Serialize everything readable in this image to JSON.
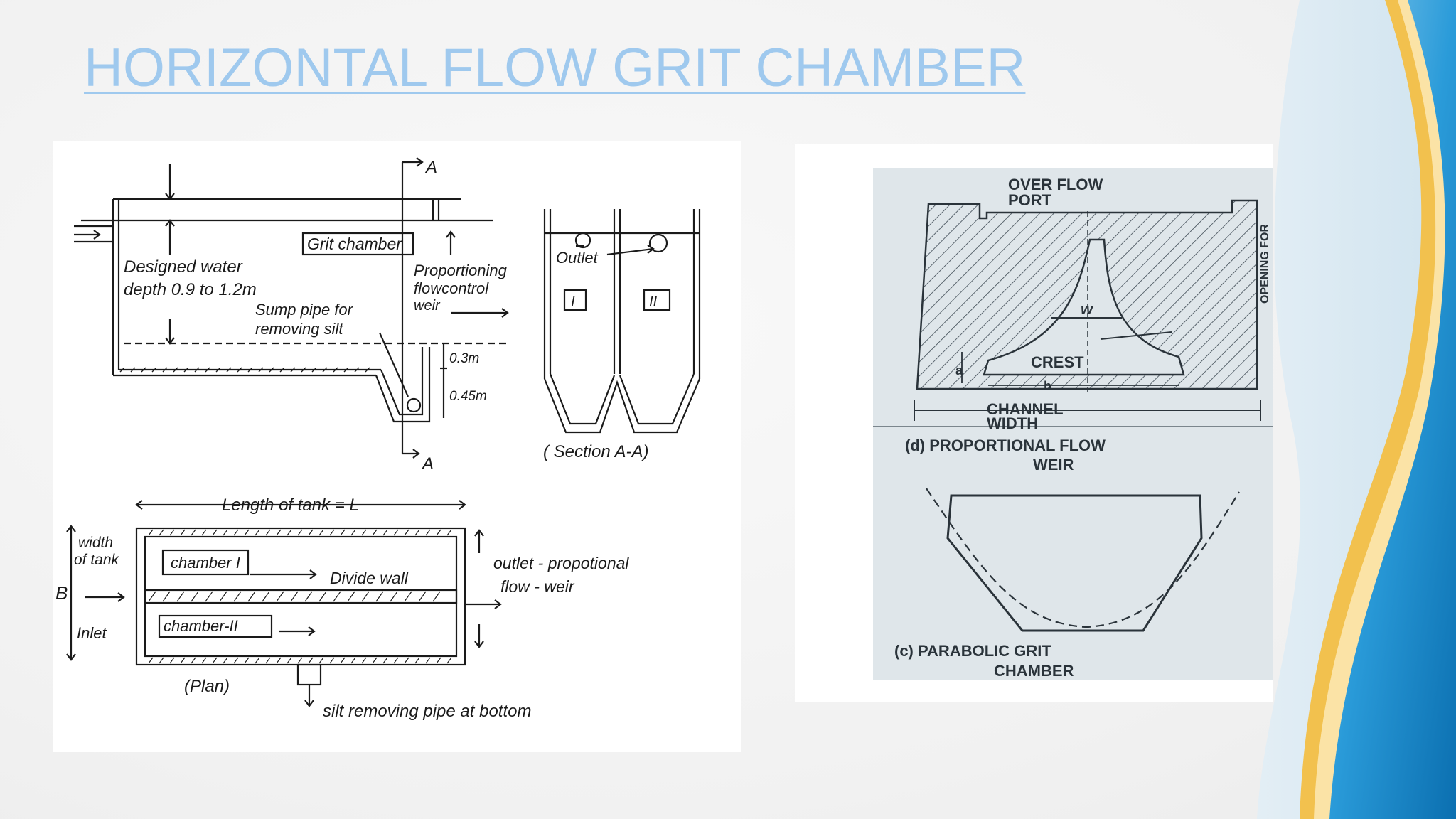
{
  "slide": {
    "title": "HORIZONTAL FLOW GRIT CHAMBER"
  },
  "sketch": {
    "section_a_top": "A",
    "section_a_bottom": "A",
    "grit_chamber": "Grit chamber",
    "designed_water_1": "Designed water",
    "designed_water_2": "depth 0.9 to 1.2m",
    "sump_1": "Sump pipe for",
    "sump_2": "removing silt",
    "proportioning_1": "Proportioning",
    "proportioning_2": "flowcontrol",
    "proportioning_3": "weir",
    "dim_03": "0.3m",
    "dim_045": "0.45m",
    "outlet": "Outlet",
    "chamber_i_mark": "I",
    "chamber_ii_mark": "II",
    "section_label": "( Section  A-A)",
    "length_label": "Length of tank = L",
    "width_label_1": "width",
    "width_label_2": "of tank",
    "b_label": "B",
    "inlet": "Inlet",
    "chamber_i": "chamber I",
    "chamber_ii": "chamber-II",
    "divide_wall": "Divide wall",
    "outlet_weir_1": "outlet - propotional",
    "outlet_weir_2": "flow - weir",
    "plan": "(Plan)",
    "silt_pipe": "silt removing pipe at bottom"
  },
  "scan": {
    "overflow_1": "OVER FLOW",
    "overflow_2": "PORT",
    "w_label": "w",
    "a_label": "a",
    "b_label": "b",
    "crest": "CREST",
    "channel_1": "CHANNEL",
    "channel_2": "WIDTH",
    "opening": "OPENING FOR",
    "caption_d_1": "(d) PROPORTIONAL  FLOW",
    "caption_d_2": "WEIR",
    "caption_c_1": "(c) PARABOLIC  GRIT",
    "caption_c_2": "CHAMBER"
  },
  "colors": {
    "title": "#9fc9ee",
    "deco_blue": "#1b8ed0",
    "deco_gold": "#f2c14e"
  }
}
